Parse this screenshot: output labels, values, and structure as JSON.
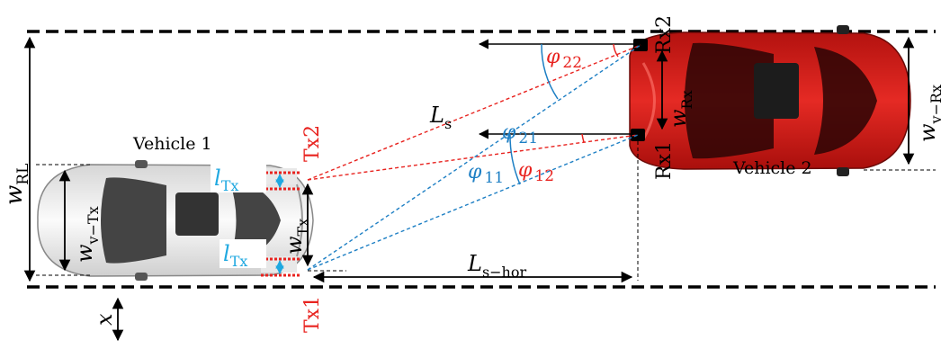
{
  "labels": {
    "vehicle1": "Vehicle 1",
    "vehicle2": "Vehicle 2",
    "tx2": "Tx2",
    "tx1": "Tx1",
    "rx2": "Rx2",
    "rx1": "Rx1",
    "ls": {
      "base": "L",
      "sub": "s"
    },
    "ls_hor": {
      "base": "L",
      "sub": "s−hor"
    },
    "w_rl": {
      "base": "w",
      "sub": "RL"
    },
    "w_v_tx": {
      "base": "w",
      "sub": "v−Tx"
    },
    "w_tx": {
      "base": "w",
      "sub": "Tx"
    },
    "w_rx": {
      "base": "w",
      "sub": "Rx"
    },
    "w_v_rx": {
      "base": "w",
      "sub": "v−Rx"
    },
    "l_tx_top": {
      "base": "l",
      "sub": "Tx"
    },
    "l_tx_bottom": {
      "base": "l",
      "sub": "Tx"
    },
    "phi_22": {
      "base": "φ",
      "sub": "22"
    },
    "phi_21": {
      "base": "φ",
      "sub": "21"
    },
    "phi_12": {
      "base": "φ",
      "sub": "12"
    },
    "phi_11": {
      "base": "φ",
      "sub": "11"
    },
    "x_axis": "x"
  },
  "colors": {
    "red_path": "#e8231f",
    "blue_path": "#1d7fc4",
    "light_blue": "#1fa8e0",
    "vehicle2_body": "#d9201c",
    "vehicle1_body": "#f2f2f2"
  }
}
